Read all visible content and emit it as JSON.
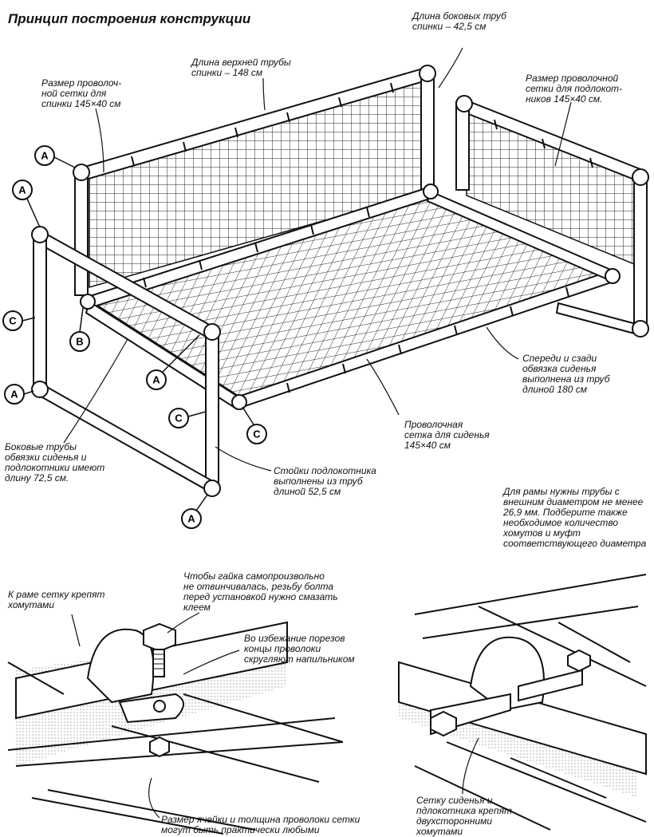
{
  "title": "Принцип построения конструкции",
  "labels": {
    "side_back_tubes": "Длина боковых труб\nспинки – 42,5 см",
    "top_back_tube": "Длина верхней трубы\nспинки – 148 см",
    "back_mesh": "Размер проволоч-\nной сетки для\nспинки 145×40 см",
    "armrest_mesh": "Размер проволочной\nсетки для подлокот-\nников 145×40 см.",
    "front_back_tubes": "Спереди и сзади\nобвязка сиденья\nвыполнена из труб\nдлиной 180 см",
    "seat_mesh": "Проволочная\nсетка для сиденья\n145×40 см",
    "side_tubes": "Боковые трубы\nобвязки сиденья и\nподлокотники имеют\nдлину 72,5 см.",
    "armrest_posts": "Стойки подлокотника\nвыполнены из труб\nдлиной 52,5 см",
    "pipe_note": "Для рамы нужны трубы с\nвнешним диаметром не менее\n26,9 мм. Подберите также\nнеобходимое количество\nхомутов и муфт\nсоответствующего диаметра",
    "clamp_mesh": "К раме сетку крепят\nхомутами",
    "nut_note": "Чтобы гайка самопроизвольно\nне отвинчивалась, резьбу болта\nперед установкой нужно смазать\nклеем",
    "wire_ends": "Во избежание порезов\nконцы проволоки\nскругляют напильником",
    "cell_size": "Размер ячейки и толщина проволоки сетки\nмогут быть практически любыми",
    "double_clamps": "Сетку сиденья и\nпдлокотника крепят\nдвухсторонними\nхомутами"
  },
  "markers": {
    "a1": "A",
    "a2": "A",
    "a3": "A",
    "a4": "A",
    "a5": "A",
    "b1": "B",
    "c1": "C",
    "c2": "C",
    "c3": "C"
  }
}
